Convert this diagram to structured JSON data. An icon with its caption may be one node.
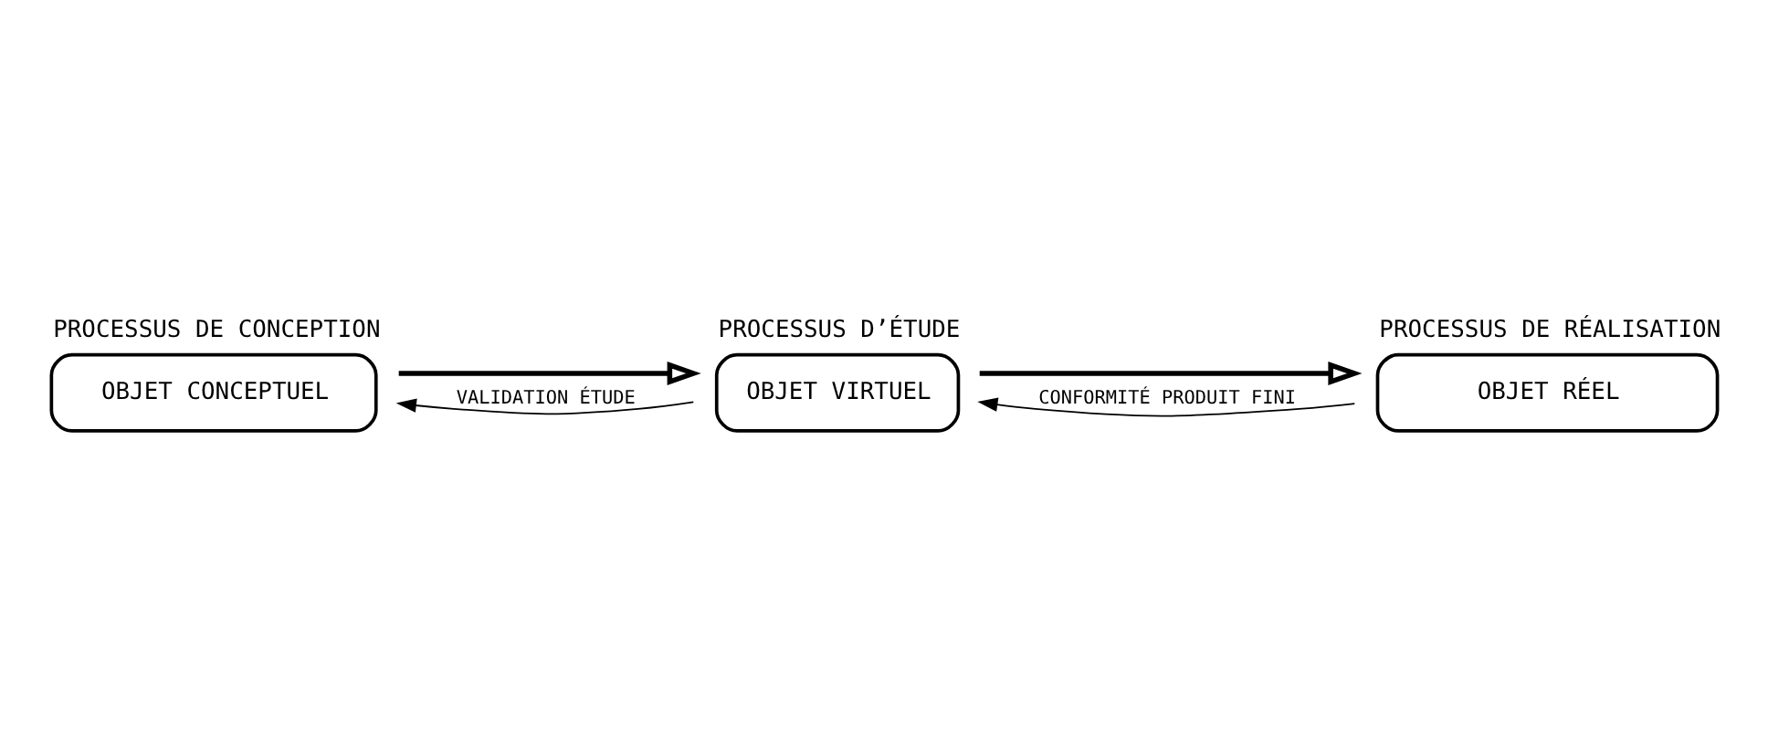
{
  "diagram": {
    "nodes": [
      {
        "text": [
          "PROCESSUS DE CONCEPTION",
          "OBJET CONCEPTUEL"
        ]
      },
      {
        "text": [
          "PROCESSUS D’ÉTUDE",
          "OBJET VIRTUEL"
        ]
      },
      {
        "text": [
          "PROCESSUS DE RÉALISATION",
          "OBJET RÉEL"
        ]
      }
    ],
    "edges": [
      {
        "from": 0,
        "to": 1,
        "arrow": "to",
        "style": "thick"
      },
      {
        "from": 1,
        "to": 0,
        "arrow": "to",
        "label": "VALIDATION ÉTUDE"
      },
      {
        "from": 1,
        "to": 2,
        "arrow": "to",
        "style": "thick"
      },
      {
        "from": 2,
        "to": 1,
        "arrow": "to",
        "label": "CONFORMITÉ PRODUIT FINI"
      }
    ]
  }
}
